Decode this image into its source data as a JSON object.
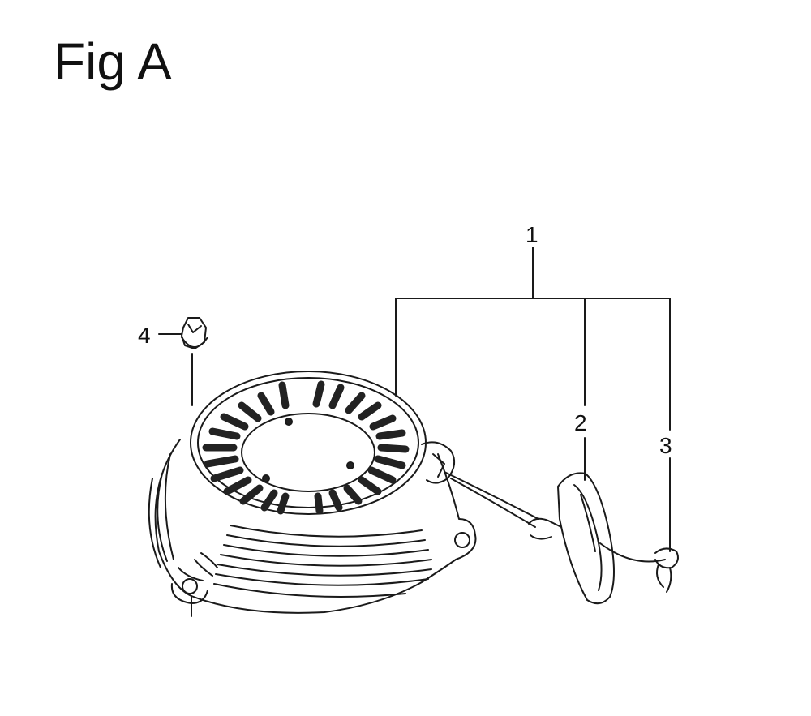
{
  "figure": {
    "title": "Fig A"
  },
  "callouts": {
    "c1": "1",
    "c2": "2",
    "c3": "3",
    "c4": "4"
  }
}
